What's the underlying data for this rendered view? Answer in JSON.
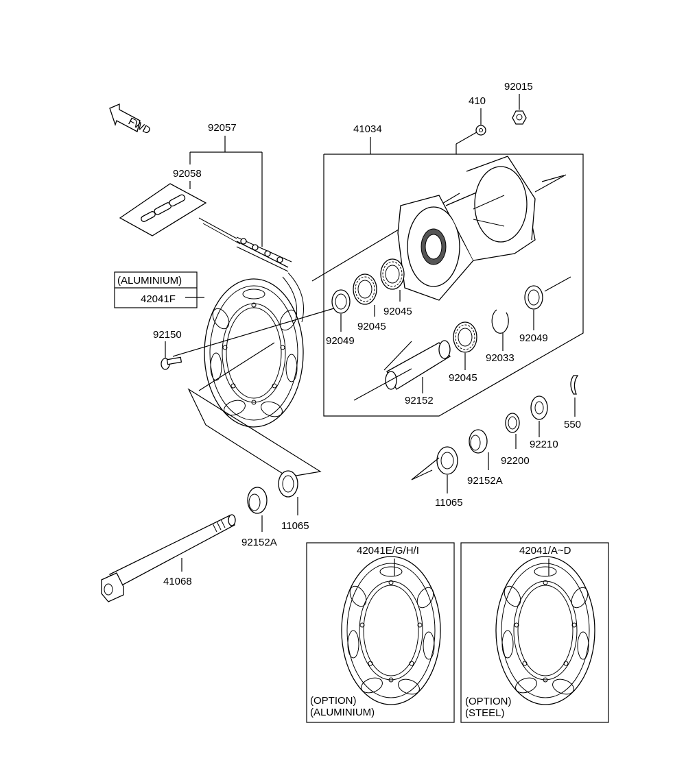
{
  "fwd_label": "FWD",
  "parts": {
    "p92015": "92015",
    "p410": "410",
    "p41034": "41034",
    "p92057": "92057",
    "p92058": "92058",
    "aluminium_tag": "(ALUMINIUM)",
    "p42041F": "42041F",
    "p92150": "92150",
    "p92049_left": "92049",
    "p92045_a": "92045",
    "p92045_b": "92045",
    "p92049_right": "92049",
    "p92033": "92033",
    "p92045_c": "92045",
    "p92152": "92152",
    "p550": "550",
    "p92210": "92210",
    "p92200": "92200",
    "p92152A_right": "92152A",
    "p11065_right": "11065",
    "p11065_left": "11065",
    "p92152A_left": "92152A",
    "p41068": "41068"
  },
  "options": {
    "aluminium_box": {
      "part": "42041E/G/H/I",
      "line1": "(OPTION)",
      "line2": "(ALUMINIUM)"
    },
    "steel_box": {
      "part": "42041/A~D",
      "line1": "(OPTION)",
      "line2": "(STEEL)"
    }
  }
}
